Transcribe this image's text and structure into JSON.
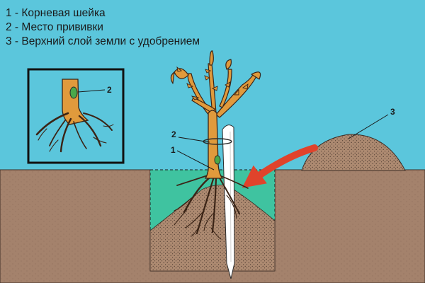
{
  "legend": {
    "items": [
      "1 - Корневая шейка",
      "2 - Место прививки",
      "3 - Верхний слой земли с удобрением"
    ]
  },
  "labels": {
    "root_collar": "1",
    "graft_site": "2",
    "topsoil_pile": "3",
    "inset_graft": "2"
  },
  "colors": {
    "sky": "#5bc6dc",
    "ground": "#a4826c",
    "hole_water": "#3fc3a0",
    "trunk": "#e09a3c",
    "graft_mark": "#4aa84a",
    "fertilized_soil": "#ad8a71",
    "arrow": "#e0432b",
    "stake": "#ffffff"
  }
}
